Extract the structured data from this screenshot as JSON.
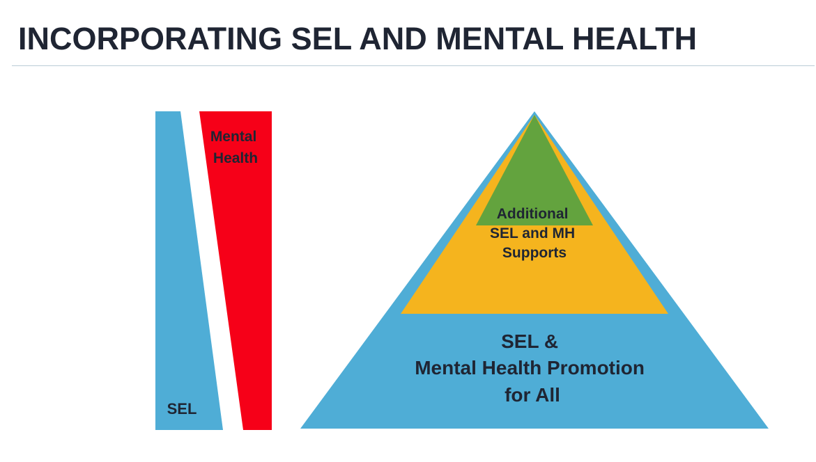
{
  "slide": {
    "title": "INCORPORATING SEL AND MENTAL HEALTH"
  },
  "wedge_diagram": {
    "sel_label": "SEL",
    "mental_health_label_lines": [
      "Mental",
      "Health"
    ]
  },
  "pyramid": {
    "top_label_lines": [
      "Additional",
      "SEL and MH",
      "Supports"
    ],
    "base_label_lines": [
      "SEL &",
      "Mental Health Promotion",
      "for All"
    ]
  },
  "colors": {
    "sel_blue": "#4fadd6",
    "mental_health_red": "#f60018",
    "tier2_yellow": "#f5b41e",
    "tier3_green": "#63a33e",
    "text_dark": "#1f2533"
  }
}
